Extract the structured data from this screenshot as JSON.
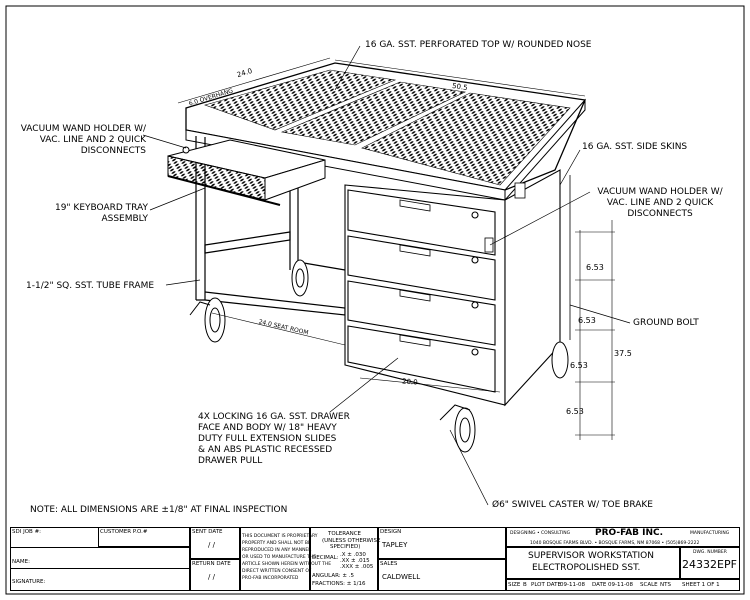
{
  "callouts": {
    "top": "16 GA. SST. PERFORATED TOP W/ ROUNDED NOSE",
    "wand_left": [
      "VACUUM WAND HOLDER W/",
      "VAC. LINE AND 2 QUICK",
      "DISCONNECTS"
    ],
    "keyboard": [
      "19\" KEYBOARD TRAY",
      "ASSEMBLY"
    ],
    "frame": "1-1/2\" SQ. SST. TUBE FRAME",
    "side_skins": "16 GA. SST. SIDE SKINS",
    "wand_right": [
      "VACUUM WAND HOLDER W/",
      "VAC. LINE AND 2 QUICK",
      "DISCONNECTS"
    ],
    "ground_bolt": "GROUND BOLT",
    "drawers": [
      "4X LOCKING 16 GA. SST. DRAWER",
      "FACE AND BODY W/ 18\" HEAVY",
      "DUTY FULL EXTENSION SLIDES",
      "& AN ABS PLASTIC RECESSED",
      "DRAWER PULL"
    ],
    "caster": "Ø6\" SWIVEL CASTER W/ TOE BRAKE",
    "note": "NOTE: ALL DIMENSIONS ARE ±1/8\" AT FINAL INSPECTION"
  },
  "dimensions": {
    "depth": "24.0",
    "overhang": "6.0 OVERHANG",
    "width": "50.5",
    "seat_room": "24.0 SEAT ROOM",
    "drawer_depth": "20.0",
    "height": "37.5",
    "drawer_spacing": [
      "6.53",
      "6.53",
      "6.53",
      "6.53"
    ]
  },
  "title_block": {
    "sdi_job": "SDI JOB #:",
    "customer_po": "CUSTOMER P.O.#",
    "name_label": "NAME:",
    "signature_label": "SIGNATURE:",
    "sent_date_label": "SENT DATE",
    "sent_date": "/ /",
    "return_date_label": "RETURN DATE",
    "return_date": "/ /",
    "proprietary": [
      "THIS DOCUMENT IS PROPRIETARY",
      "PROPERTY AND SHALL NOT BE",
      "REPRODUCED IN ANY MANNER",
      "OR USED TO MANUFACTURE THE",
      "ARTICLE SHOWN HEREIN WITHOUT THE",
      "DIRECT WRITTEN CONSENT OF",
      "PRO-FAB INCORPORATED"
    ],
    "tolerance_title": "TOLERANCE",
    "tolerance_sub": [
      "(UNLESS OTHERWISE",
      "SPECIFIED)"
    ],
    "decimal_label": "DECIMAL:",
    "decimals": [
      ".X  ± .030",
      ".XX  ± .015",
      ".XXX  ± .005"
    ],
    "angular": "ANGULAR:  ± .5",
    "fractions": "FRACTIONS:  ± 1/16",
    "design_label": "DESIGN",
    "design_name": "TAPLEY",
    "sales_label": "SALES",
    "sales_name": "CALDWELL",
    "company_left_tag": "DESIGNING • CONSULTING",
    "company": "PRO-FAB INC.",
    "company_right_tag": "MANUFACTURING",
    "address": "1040 BOSQUE FARMS BLVD. • BOSQUE FARMS, NM 87068 • (505)869-2222",
    "title1": "SUPERVISOR WORKSTATION",
    "title2": "ELECTROPOLISHED SST.",
    "dwg_label": "DWG. NUMBER",
    "dwg_number": "24332EPF",
    "size_label": "SIZE",
    "size": "B",
    "plot_label": "PLOT DATE",
    "plot_date": "09-11-08",
    "date_label": "DATE",
    "date": "09-11-08",
    "scale_label": "SCALE",
    "scale": "NTS",
    "sheet": "SHEET 1 OF 1"
  }
}
